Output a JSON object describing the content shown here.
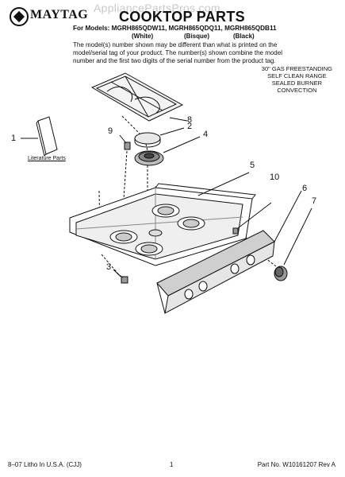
{
  "header": {
    "brand": "MAYTAG",
    "watermark": "AppliancePartsPros.com",
    "title": "COOKTOP PARTS",
    "models": "For Models: MGRH865QDW11, MGRH865QDQ11, MGRH865QDB11",
    "variants": [
      "(White)",
      "(Bisque)",
      "(Black)"
    ],
    "note": "The model(s) number shown may be different than what is printed on the\nmodel/serial tag of your product. The number(s) shown combine the model\nnumber and the first two digits of the serial number from the product tag."
  },
  "range_description": "30\" GAS FREESTANDING\nSELF CLEAN RANGE\nSEALED BURNER\nCONVECTION",
  "diagram": {
    "literature_label": "Literature Parts",
    "callouts": [
      "1",
      "2",
      "3",
      "4",
      "5",
      "6",
      "7",
      "8",
      "9",
      "10"
    ]
  },
  "footer": {
    "litho": "8–07 Litho In U.S.A. (CJJ)",
    "page": "1",
    "part_no": "Part No. W10161207 Rev A"
  }
}
